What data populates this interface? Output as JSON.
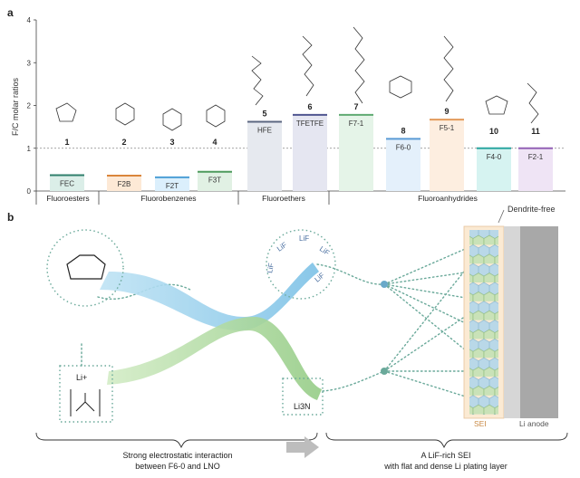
{
  "panel_a": {
    "label": "a",
    "ylabel": "F/C molar ratios",
    "ylim": [
      0,
      4
    ],
    "yticks": [
      "0",
      "1",
      "2",
      "3",
      "4"
    ],
    "reference_line": 1,
    "bars": [
      {
        "number": "1",
        "name": "FEC",
        "value": 0.37,
        "color": "#dbeee8",
        "edge": "#2f7f6b",
        "group": 0
      },
      {
        "number": "2",
        "name": "F2B",
        "value": 0.36,
        "color": "#fde9d6",
        "edge": "#d9853b",
        "group": 1
      },
      {
        "number": "3",
        "name": "F2T",
        "value": 0.32,
        "color": "#dbeffc",
        "edge": "#4d9fd6",
        "group": 1
      },
      {
        "number": "4",
        "name": "F3T",
        "value": 0.45,
        "color": "#e1f1e4",
        "edge": "#4e9a5d",
        "group": 1
      },
      {
        "number": "5",
        "name": "HFE",
        "value": 1.62,
        "color": "#e6e9ef",
        "edge": "#5c6780",
        "group": 2
      },
      {
        "number": "6",
        "name": "TFETFE",
        "value": 1.78,
        "color": "#e5e6f1",
        "edge": "#4f5590",
        "group": 2
      },
      {
        "number": "7",
        "name": "F7-1",
        "value": 1.78,
        "color": "#e5f4e8",
        "edge": "#5faa72",
        "group": 3
      },
      {
        "number": "8",
        "name": "F6-0",
        "value": 1.22,
        "color": "#e4f0fb",
        "edge": "#5a9bd5",
        "group": 3
      },
      {
        "number": "9",
        "name": "F5-1",
        "value": 1.67,
        "color": "#fdeee0",
        "edge": "#e39a5a",
        "group": 3
      },
      {
        "number": "10",
        "name": "F4-0",
        "value": 1.0,
        "color": "#d6f3f1",
        "edge": "#2aa6a0",
        "group": 3
      },
      {
        "number": "11",
        "name": "F2-1",
        "value": 1.0,
        "color": "#efe4f5",
        "edge": "#9361b5",
        "group": 3
      }
    ],
    "groups": [
      "Fluoroesters",
      "Fluorobenzenes",
      "Fluoroethers",
      "Fluoroanhydrides"
    ]
  },
  "panel_b": {
    "label": "b",
    "dendrite_label": "Dendrite-free",
    "lif_labels": [
      "LiF",
      "LiF",
      "LiF",
      "LiF",
      "LiF"
    ],
    "li3n_label": "Li3N",
    "li_plus_label": "Li+",
    "sei_label": "SEI",
    "anode_label": "Li anode",
    "caption_left_1": "Strong electrostatic interaction",
    "caption_left_2": "between F6-0 and LNO",
    "caption_right_1": "A LiF-rich SEI",
    "caption_right_2": "with flat and dense Li plating layer"
  },
  "colors": {
    "blue_flow": "#9fd2ec",
    "green_flow": "#b9dfae",
    "dot_teal": "#6aa99a",
    "sei_fill": "#fbead3",
    "anode": "#a8a8a8"
  }
}
